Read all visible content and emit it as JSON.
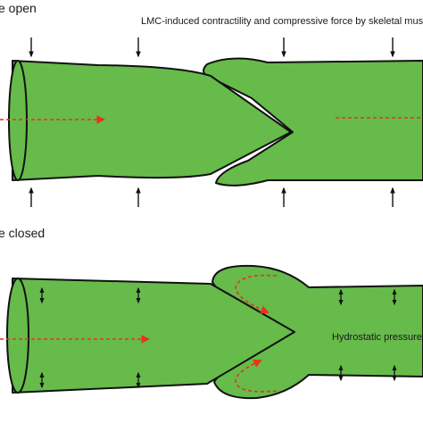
{
  "colors": {
    "tissue_fill": "#66bb4a",
    "outline": "#111111",
    "flow_arrow": "#e8321e",
    "force_arrow": "#111111"
  },
  "panels": {
    "open": {
      "title": "e open",
      "annotation": "LMC-induced contractility and compressive force by skeletal muscles",
      "force_arrow_icon": "down-up-arrow-icon",
      "flow_arrow_icon": "red-dashed-arrow-icon"
    },
    "closed": {
      "title": "e closed",
      "annotation": "Hydrostatic pressure",
      "force_arrow_icon": "double-headed-arrow-icon",
      "flow_arrow_icon": "red-dashed-arrow-icon"
    }
  }
}
